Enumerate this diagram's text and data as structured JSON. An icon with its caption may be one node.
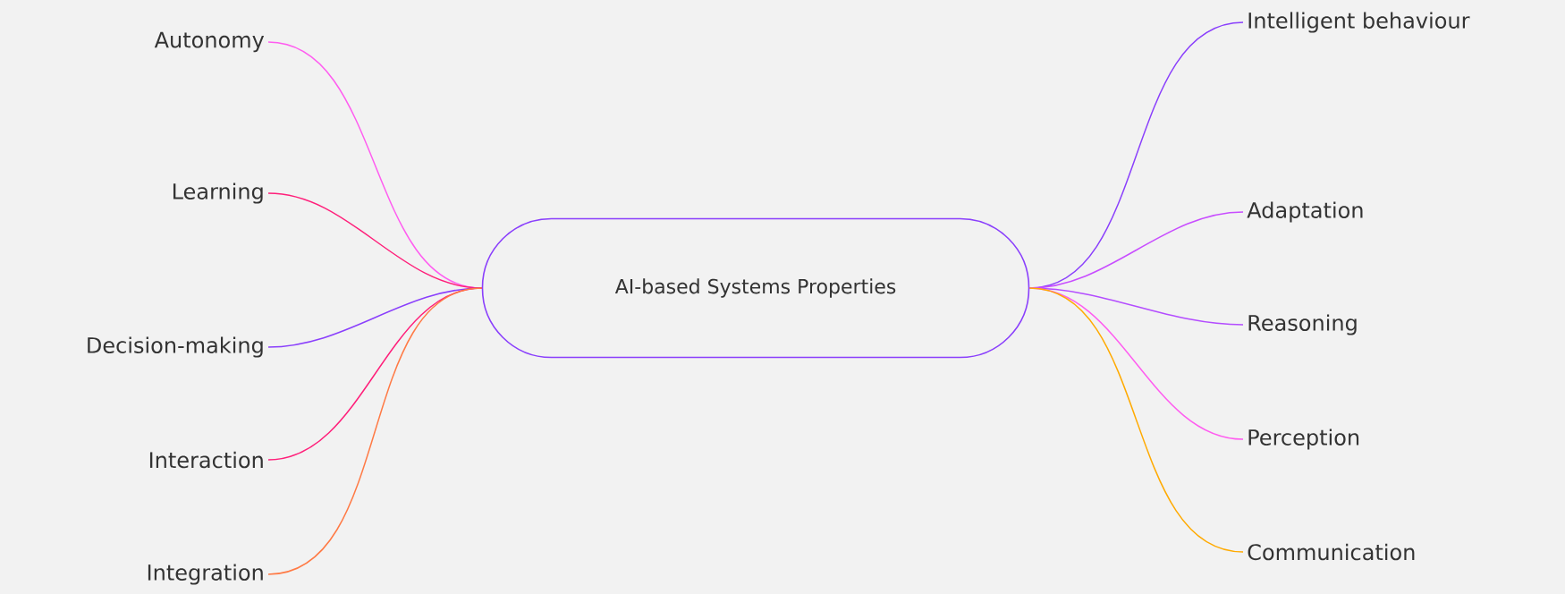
{
  "diagram": {
    "nodes": [
      {
        "text": [
          "AI-based Systems Properties"
        ]
      },
      {
        "text": [
          "Autonomy"
        ]
      },
      {
        "text": [
          "Learning"
        ]
      },
      {
        "text": [
          "Decision-making"
        ]
      },
      {
        "text": [
          "Interaction"
        ]
      },
      {
        "text": [
          "Integration"
        ]
      },
      {
        "text": [
          "Intelligent behaviour"
        ]
      },
      {
        "text": [
          "Adaptation"
        ]
      },
      {
        "text": [
          "Reasoning"
        ]
      },
      {
        "text": [
          "Perception"
        ]
      },
      {
        "text": [
          "Communication"
        ]
      }
    ],
    "edges": [
      {
        "from": 0,
        "to": 1,
        "arrow": "none",
        "color": "#ff5cf0"
      },
      {
        "from": 0,
        "to": 2,
        "arrow": "none",
        "color": "#ff1f7a"
      },
      {
        "from": 0,
        "to": 3,
        "arrow": "none",
        "color": "#8a3ffc"
      },
      {
        "from": 0,
        "to": 4,
        "arrow": "none",
        "color": "#ff1f7a"
      },
      {
        "from": 0,
        "to": 5,
        "arrow": "none",
        "color": "#ff7a45"
      },
      {
        "from": 0,
        "to": 6,
        "arrow": "none",
        "color": "#8a3ffc"
      },
      {
        "from": 0,
        "to": 7,
        "arrow": "none",
        "color": "#c84dff"
      },
      {
        "from": 0,
        "to": 8,
        "arrow": "none",
        "color": "#b44dff"
      },
      {
        "from": 0,
        "to": 9,
        "arrow": "none",
        "color": "#ff5cf0"
      },
      {
        "from": 0,
        "to": 10,
        "arrow": "none",
        "color": "#ffaa00"
      }
    ]
  }
}
